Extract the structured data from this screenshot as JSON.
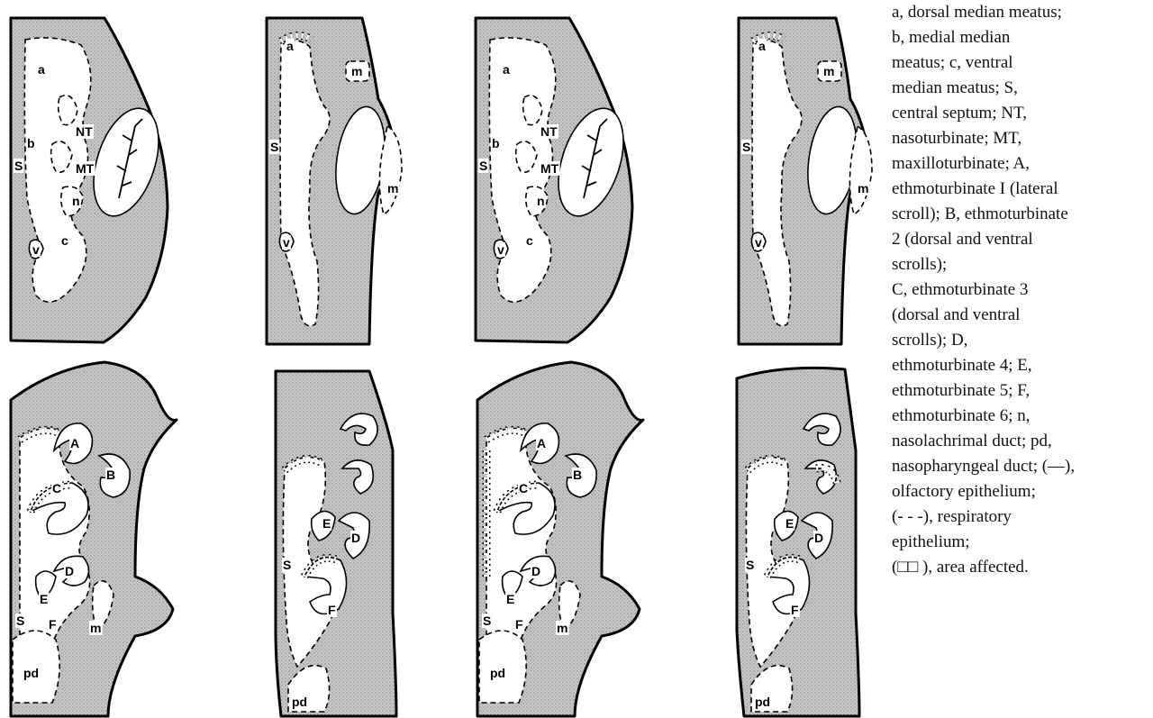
{
  "panels": [
    {
      "id": "p1",
      "labels": [
        "a",
        "b",
        "S",
        "NT",
        "MT",
        "n",
        "c",
        "v"
      ]
    },
    {
      "id": "p2",
      "labels": [
        "a",
        "m",
        "S",
        "m",
        "v"
      ]
    },
    {
      "id": "p3",
      "labels": [
        "a",
        "b",
        "S",
        "NT",
        "MT",
        "n",
        "c",
        "v"
      ]
    },
    {
      "id": "p4",
      "labels": [
        "a",
        "m",
        "S",
        "m",
        "v"
      ]
    },
    {
      "id": "p5",
      "labels": [
        "A",
        "B",
        "C",
        "D",
        "E",
        "S",
        "F",
        "m",
        "pd"
      ]
    },
    {
      "id": "p6",
      "labels": [
        "E",
        "D",
        "S",
        "F",
        "pd"
      ]
    },
    {
      "id": "p7",
      "labels": [
        "A",
        "B",
        "C",
        "D",
        "E",
        "S",
        "F",
        "m",
        "pd"
      ]
    },
    {
      "id": "p8",
      "labels": [
        "E",
        "D",
        "S",
        "F",
        "pd"
      ]
    }
  ],
  "legend": [
    "a, dorsal median meatus;",
    "b, medial median",
    "meatus; c, ventral",
    "median meatus; S,",
    "central septum; NT,",
    "nasoturbinate; MT,",
    "maxilloturbinate; A,",
    "ethmoturbinate I (lateral",
    "scroll); B, ethmoturbinate",
    "2 (dorsal and ventral",
    "scrolls);",
    "C, ethmoturbinate 3",
    "(dorsal and ventral",
    "scrolls); D,",
    "ethmoturbinate 4; E,",
    "ethmoturbinate 5; F,",
    "ethmoturbinate 6; n,",
    "nasolachrimal duct; pd,",
    "nasopharyngeal duct; (—),",
    "olfactory epithelium;",
    "(- - -), respiratory",
    "epithelium;",
    "(□□ ), area affected."
  ]
}
